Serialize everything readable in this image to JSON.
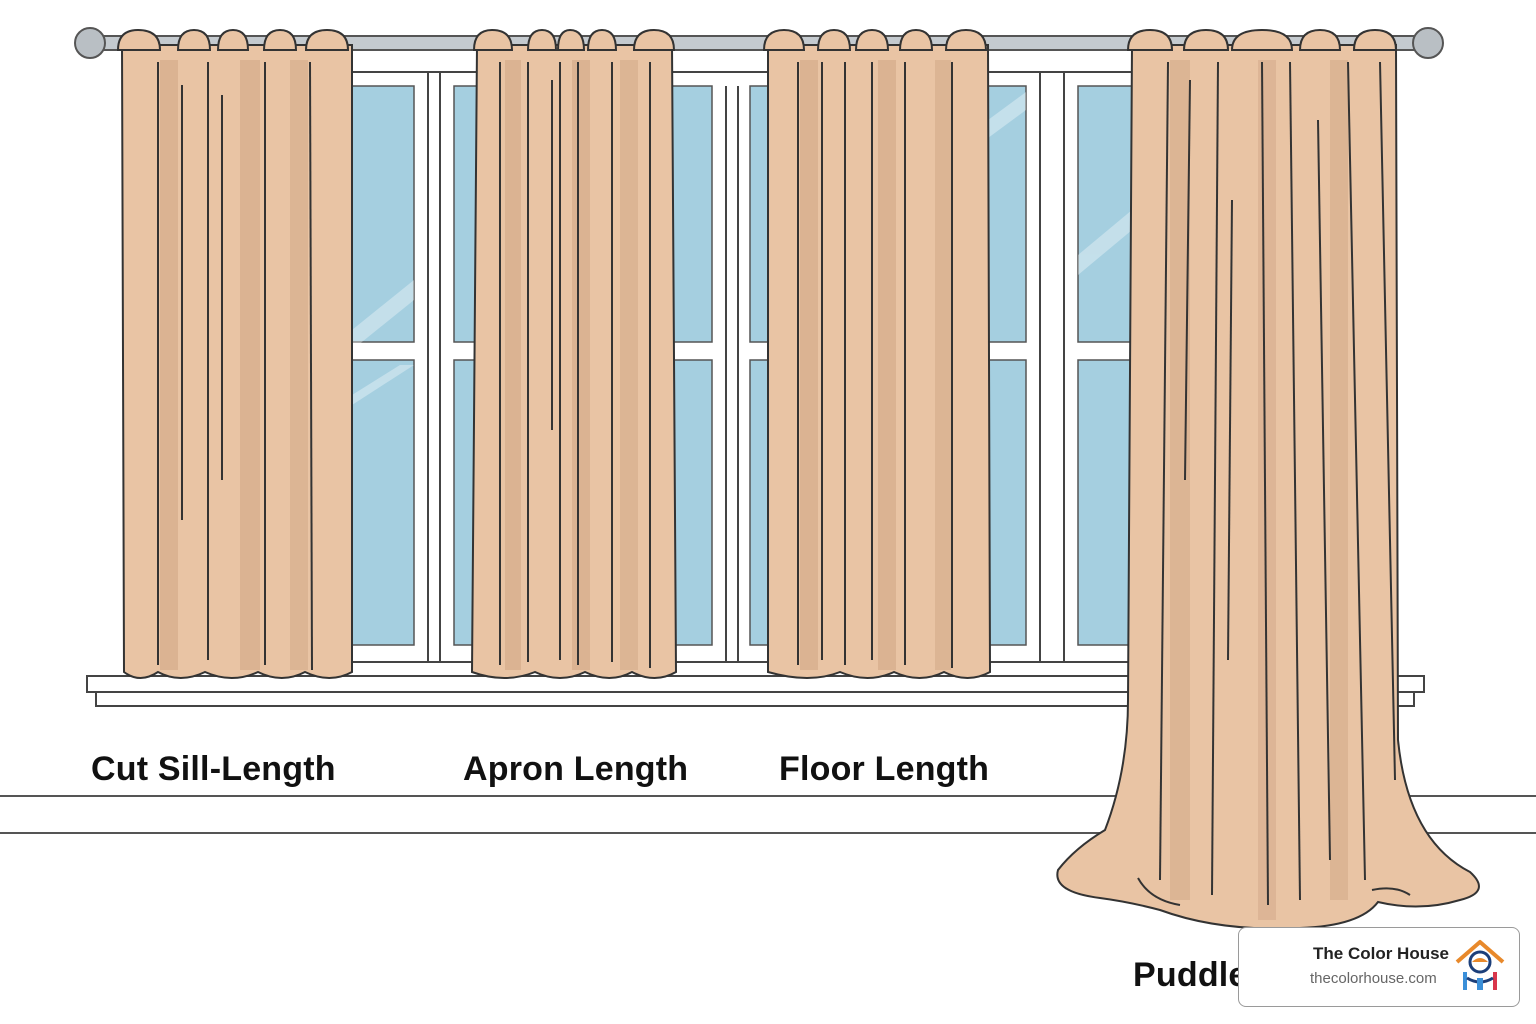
{
  "labels": {
    "cut_sill_length": "Cut Sill-Length",
    "apron_length": "Apron Length",
    "floor_length": "Floor Length",
    "puddle": "Puddle"
  },
  "brand": {
    "name": "The Color House",
    "url": "thecolorhouse.com"
  },
  "colors": {
    "curtain": "#E9C4A4",
    "curtain_shade": "#CFA584",
    "glass": "#A5CFE0",
    "frame": "#FFFFFF",
    "rod": "#BFC5CA",
    "outline": "#333333"
  }
}
